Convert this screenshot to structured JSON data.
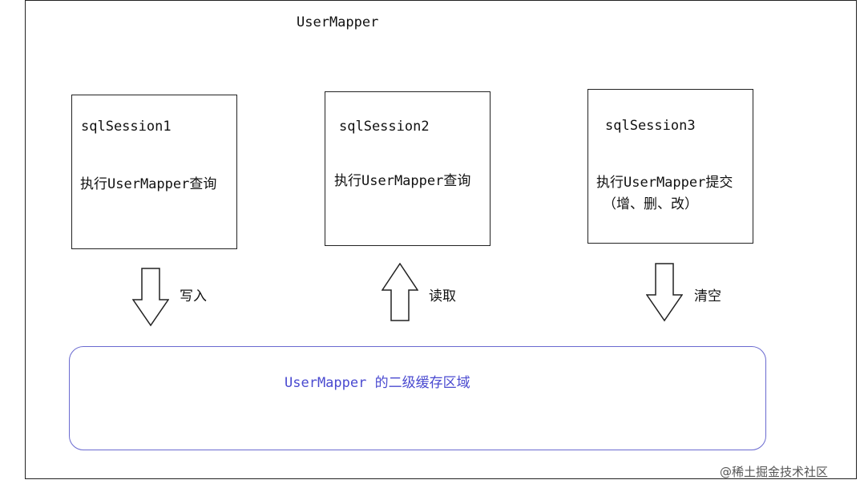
{
  "title": "UserMapper",
  "sessions": [
    {
      "name": "sqlSession1",
      "action": "执行UserMapper查询",
      "sub": ""
    },
    {
      "name": "sqlSession2",
      "action": "执行UserMapper查询",
      "sub": ""
    },
    {
      "name": "sqlSession3",
      "action": "执行UserMapper提交",
      "sub": "（增、删、改）"
    }
  ],
  "arrows": [
    {
      "direction": "down",
      "label": "写入"
    },
    {
      "direction": "up",
      "label": "读取"
    },
    {
      "direction": "down",
      "label": "清空"
    }
  ],
  "cache": {
    "label": "UserMapper 的二级缓存区域"
  },
  "watermark": "@稀土掘金技术社区"
}
